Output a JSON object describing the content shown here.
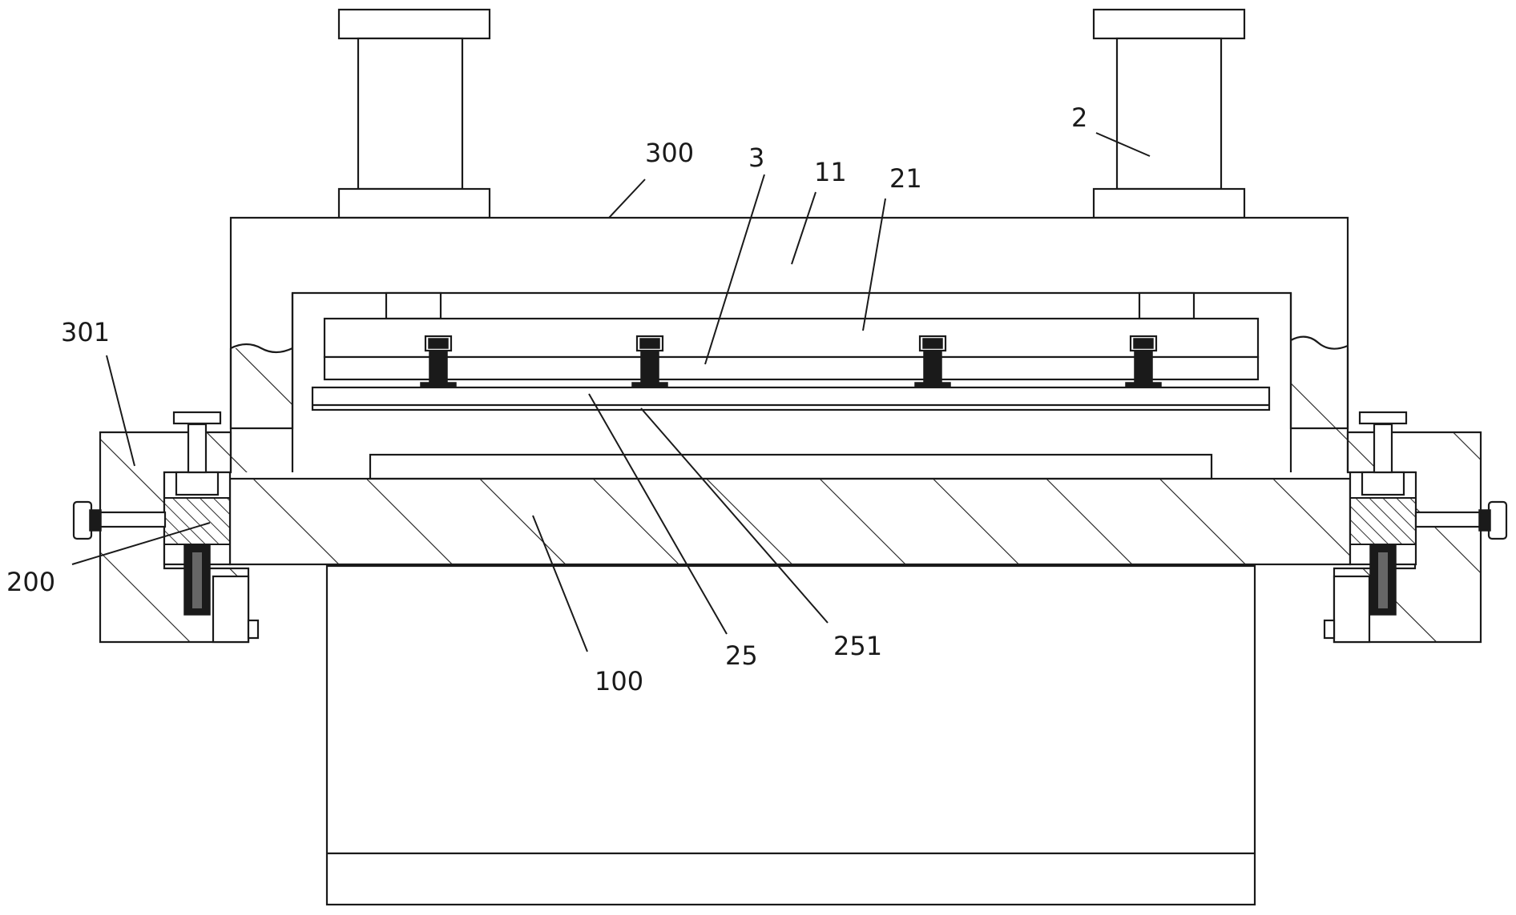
{
  "labels": {
    "l300": "300",
    "l3": "3",
    "l11": "11",
    "l21": "21",
    "l2": "2",
    "l301": "301",
    "l200": "200",
    "l100": "100",
    "l25": "25",
    "l251": "251"
  }
}
